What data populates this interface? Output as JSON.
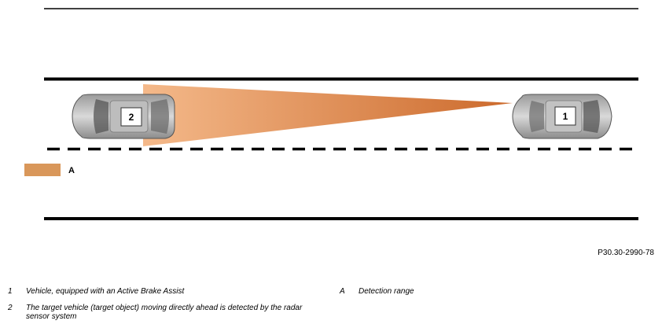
{
  "scene": {
    "vehicle_own_label": "1",
    "vehicle_target_label": "2",
    "range_key_label": "A",
    "detection_color": "#d9975a",
    "detection_gradient_start": "#f4b98a",
    "detection_gradient_end": "#cc6a2c"
  },
  "reference": "P30.30-2990-78",
  "legend": {
    "items": [
      {
        "key": "1",
        "text": "Vehicle, equipped with an Active Brake Assist"
      },
      {
        "key": "2",
        "text": "The target vehicle (target object) moving directly ahead is detected by the radar sensor system"
      },
      {
        "key": "A",
        "text": "Detection range"
      }
    ]
  }
}
